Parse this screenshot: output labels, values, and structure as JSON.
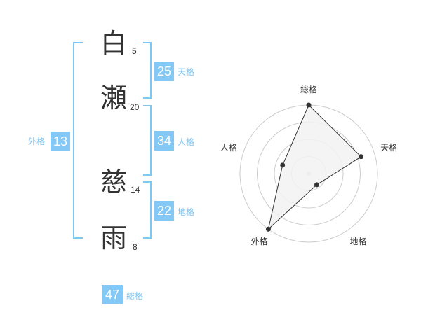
{
  "name": {
    "chars": [
      {
        "char": "白",
        "strokes": "5"
      },
      {
        "char": "瀬",
        "strokes": "20"
      },
      {
        "char": "慈",
        "strokes": "14"
      },
      {
        "char": "雨",
        "strokes": "8"
      }
    ]
  },
  "kaku": {
    "ten": {
      "value": "25",
      "label": "天格"
    },
    "jin": {
      "value": "34",
      "label": "人格"
    },
    "chi": {
      "value": "22",
      "label": "地格"
    },
    "gai": {
      "value": "13",
      "label": "外格"
    },
    "sou": {
      "value": "47",
      "label": "総格"
    }
  },
  "chart_data": {
    "type": "radar",
    "axes": [
      "総格",
      "天格",
      "地格",
      "外格",
      "人格"
    ],
    "values": [
      5,
      4,
      1,
      5,
      2
    ],
    "max": 5,
    "rings": 4,
    "colors": {
      "fill": "#f2f2f2",
      "line": "#333333",
      "grid": "#cccccc",
      "center": "#cccccc"
    }
  }
}
